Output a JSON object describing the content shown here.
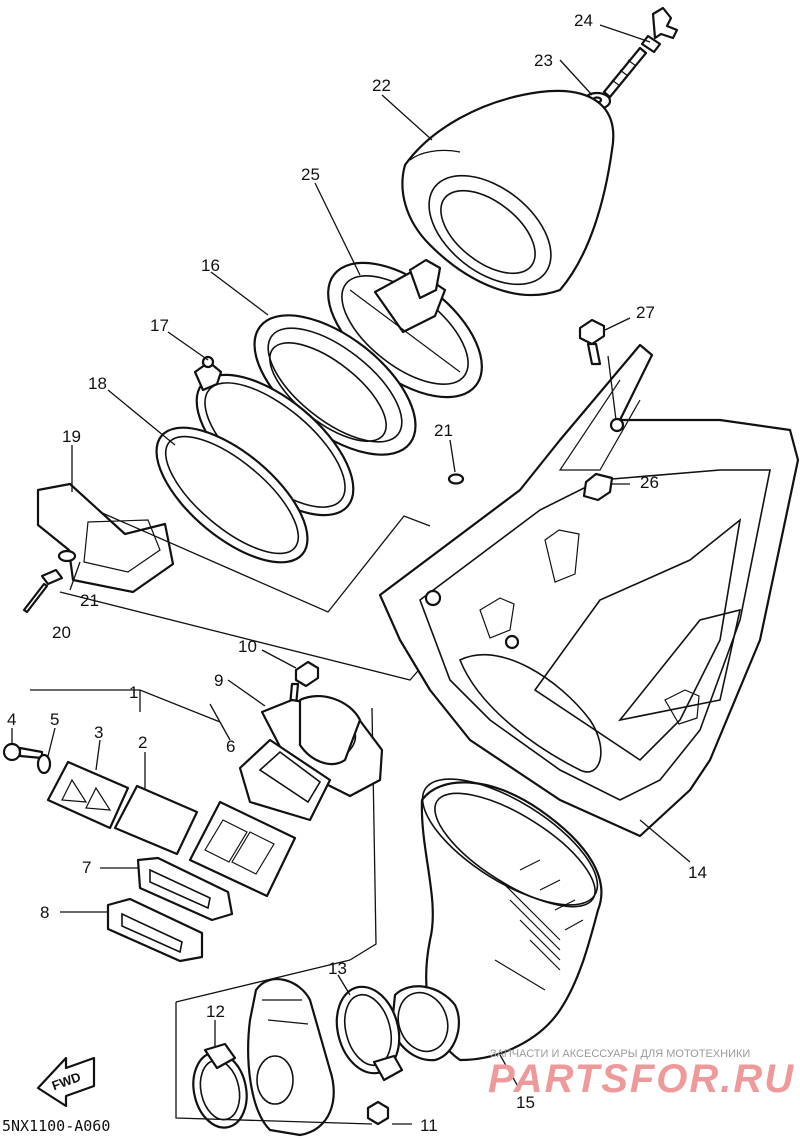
{
  "diagram": {
    "code": "5NX1100-A060",
    "fwd_label": "FWD",
    "callouts": {
      "c1": "1",
      "c2": "2",
      "c3": "3",
      "c4": "4",
      "c5": "5",
      "c6": "6",
      "c7": "7",
      "c8": "8",
      "c9": "9",
      "c10": "10",
      "c11": "11",
      "c12": "12",
      "c13": "13",
      "c14": "14",
      "c15": "15",
      "c16": "16",
      "c17": "17",
      "c18": "18",
      "c19": "19",
      "c20": "20",
      "c21a": "21",
      "c21b": "21",
      "c22": "22",
      "c23": "23",
      "c24": "24",
      "c25": "25",
      "c26": "26",
      "c27": "27"
    }
  },
  "watermark": {
    "caption": "ЗАПЧАСТИ И АКСЕССУАРЫ ДЛЯ МОТОТЕХНИКИ",
    "brand": "PARTSFOR.RU",
    "color": "#ef9a9a"
  }
}
